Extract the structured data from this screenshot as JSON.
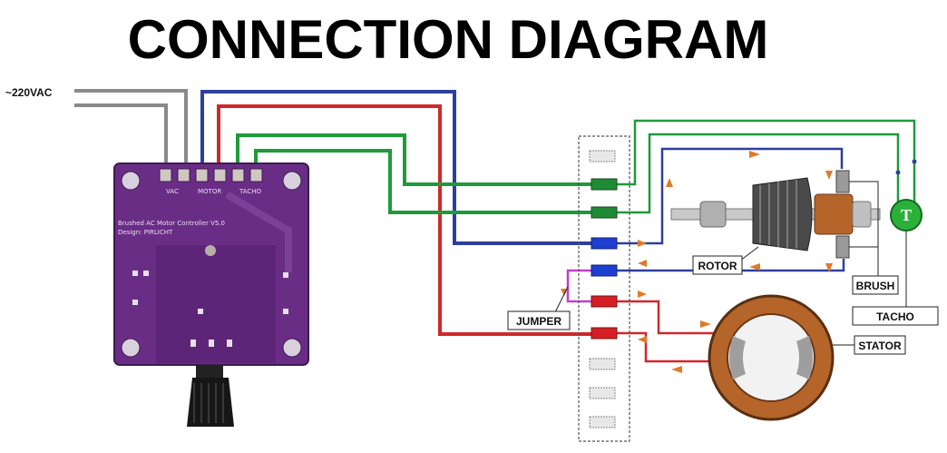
{
  "title": "CONNECTION DIAGRAM",
  "labels": {
    "ac_input": "~220VAC",
    "rotor": "ROTOR",
    "brush": "BRUSH",
    "tacho": "TACHO",
    "jumper": "JUMPER",
    "stator": "STATOR",
    "tacho_symbol": "T"
  },
  "board": {
    "silk_line1": "Brushed AC Motor Controller V5.0",
    "silk_line2": "Design: PIRLICHT",
    "header_vac": "VAC",
    "header_motor": "MOTOR",
    "header_tacho": "TACHO"
  },
  "colors": {
    "ac_wire": "#8a8a8a",
    "blue_wire": "#2e3f9e",
    "red_wire": "#d0282b",
    "green_wire": "#1f9a3a",
    "pcb": "#6a2d86",
    "tacho": "#2bb13a",
    "copper": "#b5652a"
  }
}
